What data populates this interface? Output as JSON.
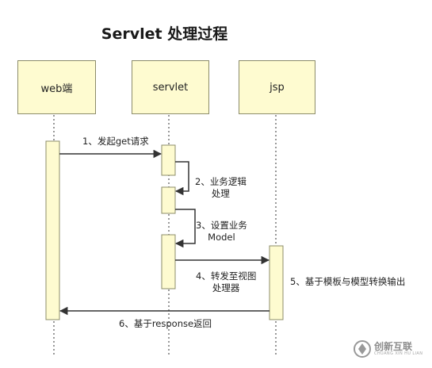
{
  "title": "Servlet 处理过程",
  "participants": [
    {
      "label": "web端"
    },
    {
      "label": "servlet"
    },
    {
      "label": "jsp"
    }
  ],
  "messages": [
    {
      "label": "1、发起get请求"
    },
    {
      "line1": "2、业务逻辑",
      "line2": "处理"
    },
    {
      "line1": "3、设置业务",
      "line2": "Model"
    },
    {
      "line1": "4、转发至视图",
      "line2": "处理器"
    },
    {
      "label": "5、基于模板与模型转换输出"
    },
    {
      "label": "6、基于response返回"
    }
  ],
  "watermark": {
    "text": "创新互联",
    "sub": "CHUANG XIN HU LIAN"
  },
  "colors": {
    "box_fill": "#fefbd0",
    "box_border": "#8c8c6a",
    "arrow": "#333333"
  }
}
